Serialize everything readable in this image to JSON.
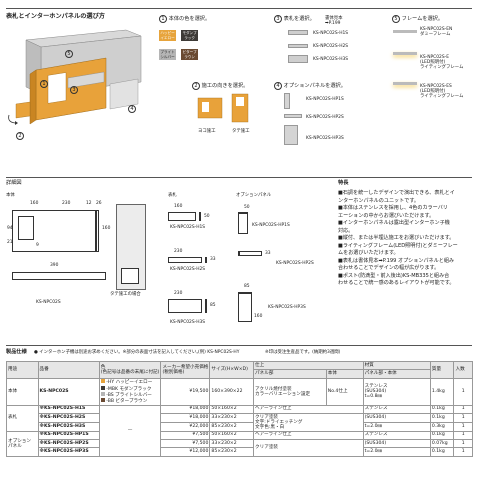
{
  "section1": {
    "title": "表札とインターホンパネルの選び方",
    "step1": {
      "num": "1",
      "label": "本体の色を選択。"
    },
    "colors": [
      {
        "code": "HY",
        "name": "ハッピーイエロー",
        "color": "#e7a43c"
      },
      {
        "code": "MBK",
        "name": "モダンブラック",
        "color": "#3d3a37"
      },
      {
        "code": "BS",
        "name": "ブライトシルバー",
        "color": "#b5b5b5"
      },
      {
        "code": "BB",
        "name": "ビターブラウン",
        "color": "#6a4a32"
      }
    ],
    "step2": {
      "num": "2",
      "label": "施工の向きを選択。"
    },
    "orientations": [
      "ヨコ施工",
      "タテ施工"
    ],
    "step3": {
      "num": "3",
      "label": "表札を選択。",
      "note1": "書体見本",
      "note2": "➡P.199"
    },
    "nameplates": [
      "KS-NPC02S-H1S",
      "KS-NPC02S-H2S",
      "KS-NPC02S-H3S"
    ],
    "step4": {
      "num": "4",
      "label": "オプションパネルを選択。"
    },
    "option_panels": [
      "KS-NPC02S-HP1S",
      "KS-NPC02S-HP2S",
      "KS-NPC02S-HP3S"
    ],
    "step5": {
      "num": "5",
      "label": "フレームを選択。"
    },
    "frames": [
      {
        "code": "KS-NPC02S-EN",
        "desc": "ダミーフレーム"
      },
      {
        "code": "KS-NPC02S-E",
        "desc": "(LED照明付)\nライティングフレーム"
      },
      {
        "code": "KS-NPC02S-ES",
        "desc": "(LED照明付)\nライティングフレーム"
      }
    ]
  },
  "section2": {
    "title": "詳細図",
    "body_label": "本体",
    "body_dims": {
      "d160": "160",
      "d230": "230",
      "d12": "12",
      "d26": "26",
      "d160v": "160",
      "d94": "94",
      "d21": "21",
      "d9": "9",
      "d390": "390"
    },
    "body_code": "KS-NPC02S",
    "vertical_caption": "タテ施工の場合",
    "nameplate_label": "表札",
    "nameplate_items": [
      {
        "w": "160",
        "h": "50",
        "code": "KS-NPC02S-H1S"
      },
      {
        "w": "230",
        "h": "33",
        "code": "KS-NPC02S-H2S"
      },
      {
        "w": "230",
        "h": "85",
        "code": "KS-NPC02S-H3S"
      }
    ],
    "option_label": "オプションパネル",
    "option_items": [
      {
        "w": "50",
        "h": "",
        "code": "KS-NPC02S-HP1S"
      },
      {
        "w": "",
        "h": "33",
        "code": "KS-NPC02S-HP2S"
      },
      {
        "w": "85",
        "h": "160",
        "code": "KS-NPC02S-HP3S"
      }
    ]
  },
  "features": {
    "title": "特長",
    "lines": [
      "■石調を統一したデザインで演出できる、表札とイ",
      "  ンターホンパネルのユニットです。",
      "■本体はステンレスを採用し、4色のカラーバリ",
      "  エーションの中からお選びいただけます。",
      "■インターホンパネルは露出型インターホン子機",
      "  対応。",
      "■縦付、または半埋込施工をお選びいただけます。",
      "■ライティングフレーム(LED照明付)とダミーフレー",
      "  ムをお選びいただけます。",
      "■表札は書体見本➡P.199 オプションパネルと組み",
      "  合わせることでデザインの幅が広がります。",
      "■ポスト(防滴型・前入後出)KS-MB335と組み合",
      "  わせることで統一感のあるレイアウトが可能です。"
    ]
  },
  "spec": {
    "title": "製品仕様",
    "note": "● インターホン子機は別途お求めください。※部分の表面寸法を記入してください。",
    "example": "(例) KS-NPC02S-HY",
    "order_note": "※印は受注生産品です。(納期約3週間)",
    "headers": [
      "用途",
      "品番",
      "色\n(色記号は品番の末尾に付記)",
      "メーカー希望小売価格\n(税別価格)",
      "サイズ(H×W×D)",
      "仕上",
      "材質",
      "質量",
      "入数"
    ],
    "sub_headers": [
      "パネル部",
      "本体",
      "パネル部・本体"
    ],
    "rows": [
      {
        "use": "本体",
        "code": "KS-NPC02S",
        "colors": [
          "-HY ハッピーイエロー",
          "-MBK モダンブラック",
          "-BS ブライトシルバー",
          "-BB ビターブラウン"
        ],
        "price": "¥19,500",
        "size": "160×390×22",
        "finish_panel": "アクリル焼付塗装\nカラーバリエーション設定",
        "finish_body": "No.4仕上",
        "material": "ステンレス\n(SUS304)\nt=0.8㎜",
        "weight": "1.4kg",
        "qty": "1"
      },
      {
        "use": "表札",
        "code": "※KS-NPC02S-H1S",
        "colors": [],
        "price": "¥18,000",
        "size": "50×160×2",
        "finish_panel": "ヘアーライン仕上",
        "finish_body": "",
        "material": "ステンレス",
        "weight": "0.1kg",
        "qty": "1"
      },
      {
        "use": "",
        "code": "※KS-NPC02S-H2S",
        "colors": [],
        "price": "¥18,000",
        "size": "33×230×2",
        "finish_panel": "クリア塗装\n文字:ドライエッチング\n文字色:黒・白",
        "finish_body": "",
        "material": "(SUS304)",
        "weight": "0.1kg",
        "qty": "1"
      },
      {
        "use": "",
        "code": "※KS-NPC02S-H3S",
        "colors": [],
        "price": "¥22,000",
        "size": "85×230×2",
        "finish_panel": "",
        "finish_body": "",
        "material": "t=2.0㎜",
        "weight": "0.3kg",
        "qty": "1"
      },
      {
        "use": "オプション\nパネル",
        "code": "※KS-NPC02S-HP1S",
        "colors": [],
        "price": "¥7,500",
        "size": "50×160×2",
        "finish_panel": "ヘアーライン仕上",
        "finish_body": "",
        "material": "ステンレス",
        "weight": "0.1kg",
        "qty": "1"
      },
      {
        "use": "",
        "code": "※KS-NPC02S-HP2S",
        "colors": [],
        "price": "¥7,500",
        "size": "33×230×2",
        "finish_panel": "クリア塗装",
        "finish_body": "",
        "material": "(SUS304)",
        "weight": "0.07kg",
        "qty": "1"
      },
      {
        "use": "",
        "code": "※KS-NPC02S-HP3S",
        "colors": [],
        "price": "¥12,000",
        "size": "85×230×2",
        "finish_panel": "",
        "finish_body": "",
        "material": "t=2.0㎜",
        "weight": "0.1kg",
        "qty": "1"
      }
    ],
    "dash": "—"
  }
}
